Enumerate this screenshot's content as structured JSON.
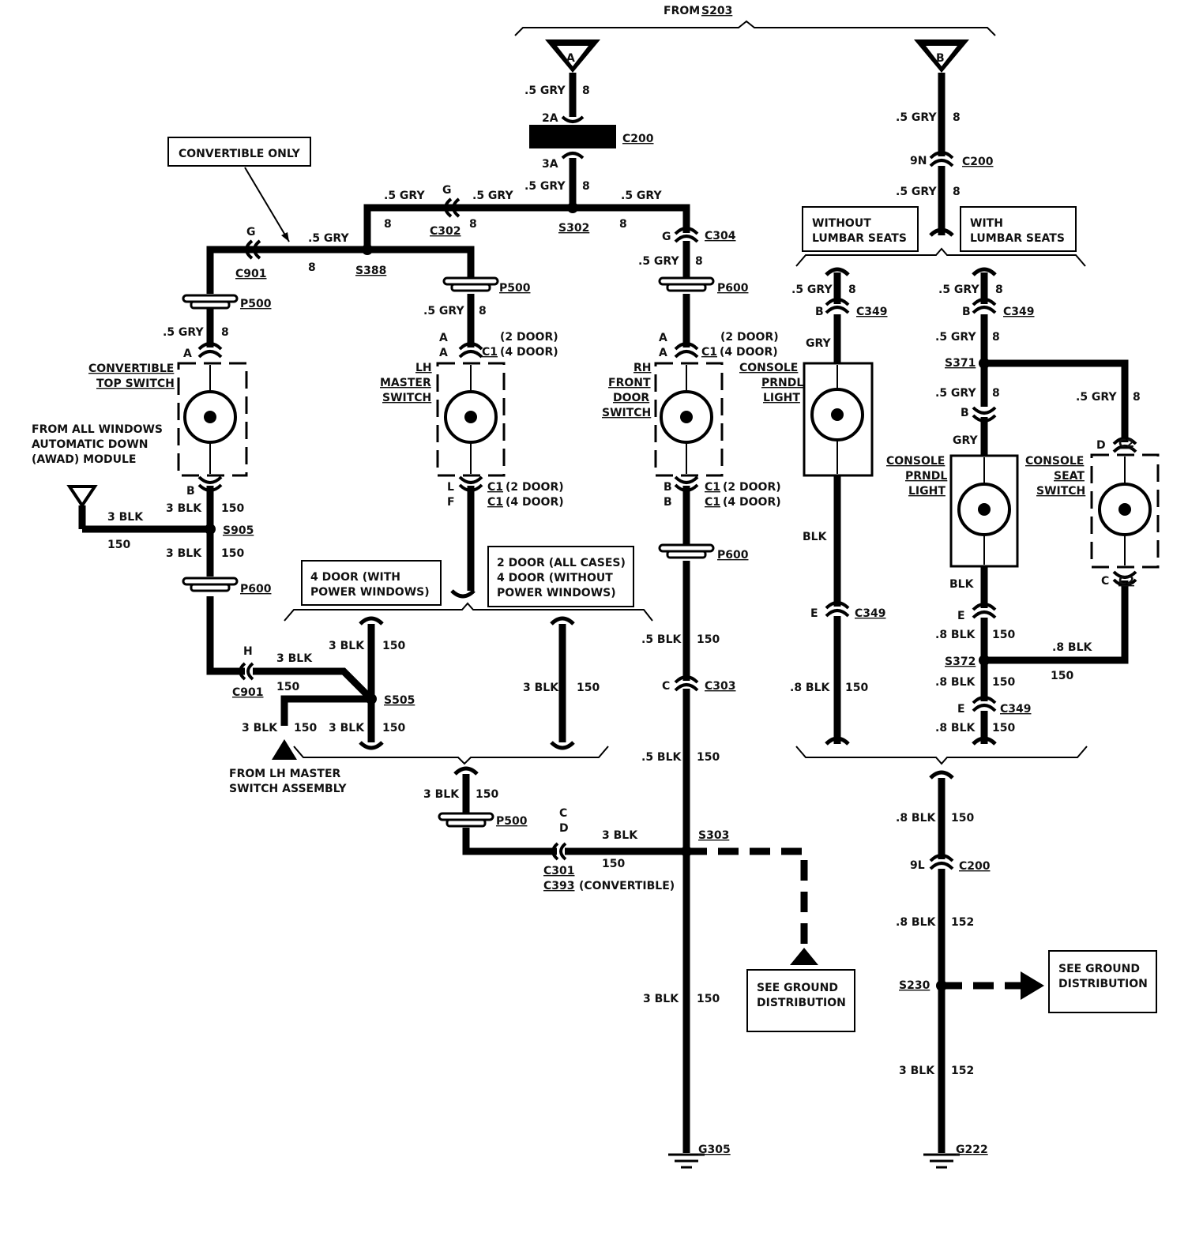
{
  "header": {
    "from": "FROM",
    "source_splice": "S203"
  },
  "terminals": {
    "a": "A",
    "b": "B"
  },
  "notes": {
    "convertible_only": "CONVERTIBLE ONLY",
    "without_lumbar_1": "WITHOUT",
    "without_lumbar_2": "LUMBAR SEATS",
    "with_lumbar_1": "WITH",
    "with_lumbar_2": "LUMBAR SEATS",
    "four_door_pw_1": "4 DOOR (WITH",
    "four_door_pw_2": "POWER WINDOWS)",
    "two_door_all_1": "2 DOOR (ALL CASES)",
    "two_door_all_2": "4 DOOR (WITHOUT",
    "two_door_all_3": "POWER WINDOWS)",
    "see_ground_1": "SEE GROUND",
    "see_ground_2": "DISTRIBUTION",
    "from_awad_1": "FROM ALL WINDOWS",
    "from_awad_2": "AUTOMATIC DOWN",
    "from_awad_3": "(AWAD) MODULE",
    "from_lh_1": "FROM LH MASTER",
    "from_lh_2": "SWITCH ASSEMBLY",
    "convertible_paren": "(CONVERTIBLE)",
    "two_door": "(2 DOOR)",
    "four_door": "(4 DOOR)"
  },
  "components": {
    "conv_top_1": "CONVERTIBLE",
    "conv_top_2": "TOP SWITCH",
    "lh_master_1": "LH",
    "lh_master_2": "MASTER",
    "lh_master_3": "SWITCH",
    "rh_front_1": "RH",
    "rh_front_2": "FRONT",
    "rh_front_3": "DOOR",
    "rh_front_4": "SWITCH",
    "prndl_a_1": "CONSOLE",
    "prndl_a_2": "PRNDL",
    "prndl_a_3": "LIGHT",
    "prndl_b_1": "CONSOLE",
    "prndl_b_2": "PRNDL",
    "prndl_b_3": "LIGHT",
    "seat_sw_1": "CONSOLE",
    "seat_sw_2": "SEAT",
    "seat_sw_3": "SWITCH"
  },
  "connectors": {
    "c200": "C200",
    "c302": "C302",
    "c304": "C304",
    "c901": "C901",
    "c349": "C349",
    "c1": "C1",
    "c2": "C2",
    "c303": "C303",
    "c301": "C301",
    "c393": "C393",
    "p500": "P500",
    "p600": "P600"
  },
  "splices": {
    "s302": "S302",
    "s388": "S388",
    "s905": "S905",
    "s505": "S505",
    "s303": "S303",
    "s371": "S371",
    "s372": "S372",
    "s230": "S230"
  },
  "grounds": {
    "g305": "G305",
    "g222": "G222"
  },
  "wires": {
    "gry5": ".5 GRY",
    "blk3": "3 BLK",
    "blk5": ".5 BLK",
    "blk8": ".8 BLK",
    "gry": "GRY",
    "blk": "BLK",
    "c8": "8",
    "c150": "150",
    "c152": "152"
  },
  "pins": {
    "p2a": "2A",
    "p3a": "3A",
    "p9n": "9N",
    "p9l": "9L",
    "g": "G",
    "a": "A",
    "b": "B",
    "c": "C",
    "d": "D",
    "e": "E",
    "f": "F",
    "h": "H",
    "l": "L"
  }
}
